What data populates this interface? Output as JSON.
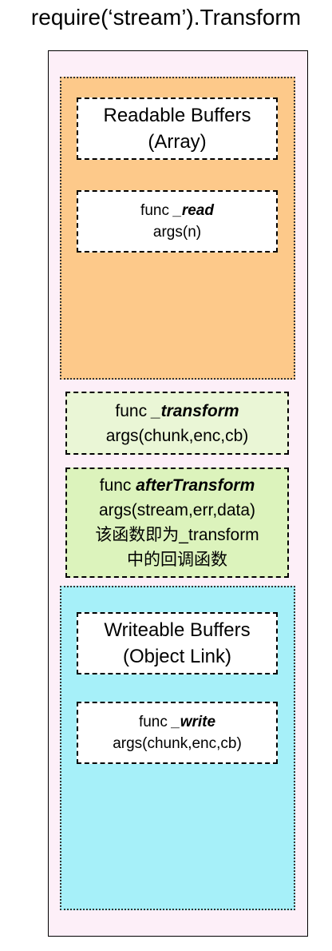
{
  "title": "require(‘stream’).Transform",
  "readable": {
    "buffer_line1": "Readable Buffers",
    "buffer_line2": "(Array)",
    "func_prefix": "func ",
    "func_name": "_read",
    "args": "args(n)"
  },
  "transform": {
    "func_prefix": "func ",
    "func_name": "_transform",
    "args": "args(chunk,enc,cb)"
  },
  "after_transform": {
    "func_prefix": "func ",
    "func_name": "afterTransform",
    "args": "args(stream,err,data)",
    "note_line1": "该函数即为_transform",
    "note_line2": "中的回调函数"
  },
  "writable": {
    "buffer_line1": "Writeable Buffers",
    "buffer_line2": "(Object Link)",
    "func_prefix": "func ",
    "func_name": "_write",
    "args": "args(chunk,enc,cb)"
  },
  "colors": {
    "outer_bg": "#fdeff8",
    "readable_bg": "#fdc98a",
    "writable_bg": "#a6f0f9",
    "transform_bg": "#eaf6d6",
    "after_transform_bg": "#dcf3bc"
  }
}
